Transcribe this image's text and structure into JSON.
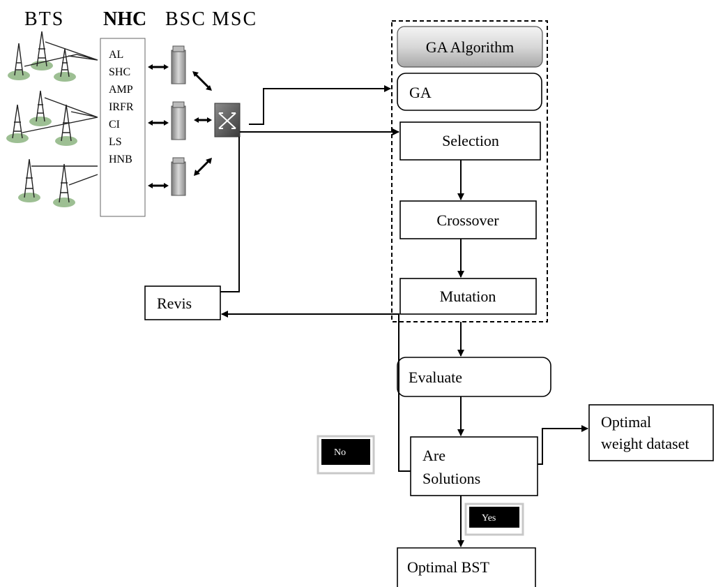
{
  "headers": {
    "bts": "BTS",
    "nhc": "NHC",
    "bsc": "BSC",
    "msc": "MSC"
  },
  "nhc_items": [
    "AL",
    "SHC",
    "AMP",
    "IRFR",
    "CI",
    "LS",
    "HNB"
  ],
  "boxes": {
    "ga_algorithm": "GA Algorithm",
    "ga": "GA",
    "selection": "Selection",
    "crossover": "Crossover",
    "mutation": "Mutation",
    "evaluate": "Evaluate",
    "are_solutions_line1": "Are",
    "are_solutions_line2": "Solutions",
    "optimal_weight_line1": "Optimal",
    "optimal_weight_line2": "weight dataset",
    "optimal_bst": "Optimal BST",
    "revis": "Revis"
  },
  "decisions": {
    "no": "No",
    "yes": "Yes"
  }
}
